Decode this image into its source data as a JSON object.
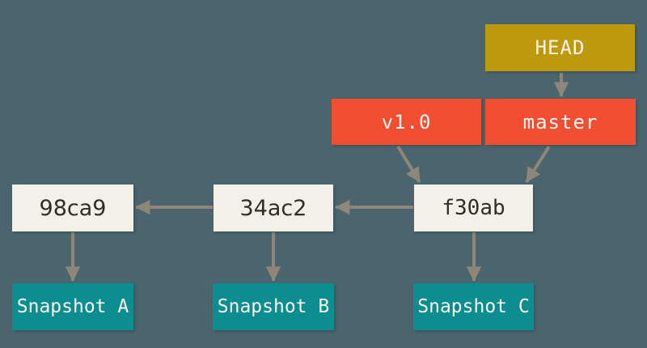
{
  "diagram": {
    "description": "Git branch and history diagram: HEAD points to master; master branch and v1.0 tag point to commit f30ab; commits point back to their parents and each commit points to its snapshot",
    "colors": {
      "canvas_bg": "#4B656E",
      "head_bg": "#BF990D",
      "ref_bg": "#F14E32",
      "commit_bg": "#F2F0E7",
      "snapshot_bg": "#0C8D90",
      "arrow_color": "#8E8678",
      "commit_text": "#2F2E29",
      "light_text": "#F7F5EE"
    },
    "nodes": {
      "head": {
        "label": "HEAD",
        "type": "pointer"
      },
      "master": {
        "label": "master",
        "type": "branch"
      },
      "v1_0": {
        "label": "v1.0",
        "type": "tag"
      },
      "commit_98ca9": {
        "label": "98ca9",
        "type": "commit"
      },
      "commit_34ac2": {
        "label": "34ac2",
        "type": "commit"
      },
      "commit_f30ab": {
        "label": "f30ab",
        "type": "commit"
      },
      "snapshot_a": {
        "label": "Snapshot A",
        "type": "snapshot"
      },
      "snapshot_b": {
        "label": "Snapshot B",
        "type": "snapshot"
      },
      "snapshot_c": {
        "label": "Snapshot C",
        "type": "snapshot"
      }
    },
    "edges": [
      {
        "from": "head",
        "to": "master"
      },
      {
        "from": "master",
        "to": "commit_f30ab"
      },
      {
        "from": "v1_0",
        "to": "commit_f30ab"
      },
      {
        "from": "commit_f30ab",
        "to": "commit_34ac2"
      },
      {
        "from": "commit_34ac2",
        "to": "commit_98ca9"
      },
      {
        "from": "commit_98ca9",
        "to": "snapshot_a"
      },
      {
        "from": "commit_34ac2",
        "to": "snapshot_b"
      },
      {
        "from": "commit_f30ab",
        "to": "snapshot_c"
      }
    ]
  }
}
